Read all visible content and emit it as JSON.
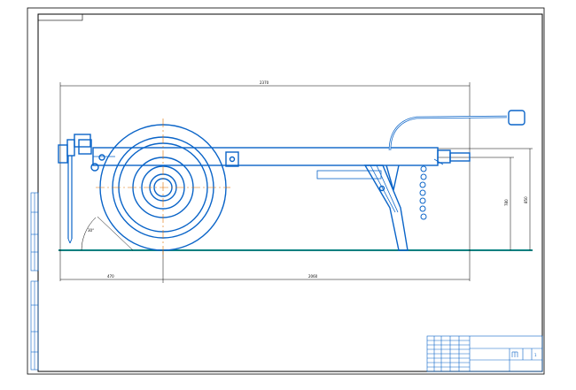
{
  "colors": {
    "frame": "#000000",
    "part": "#0a64c8",
    "center": "#e07000",
    "ground": "#008080",
    "dimension": "#000000"
  },
  "dimensions": {
    "overall_length": "2370",
    "left_overhang": "470",
    "base_length": "2060",
    "drawbar_height": "780",
    "frame_height": "850",
    "angle": "30°"
  },
  "title_block": {
    "sheet_number": "1"
  },
  "icons": [
    "wheel",
    "hitch-coupler",
    "safety-chain",
    "support-leg",
    "jockey-post",
    "cable-plug"
  ]
}
